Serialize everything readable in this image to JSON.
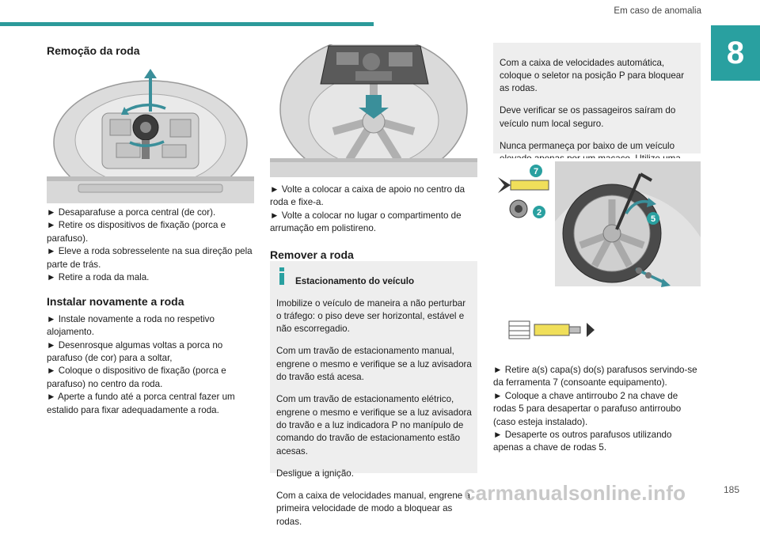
{
  "header": {
    "chapter_title": "Em caso de anomalia",
    "chapter_number": "8"
  },
  "col1": {
    "heading_remove": "Remoção da roda",
    "steps_remove": [
      "► Desaparafuse a porca central (de cor).",
      "► Retire os dispositivos de fixação (porca e parafuso).",
      "► Eleve a roda sobresselente na sua direção pela parte de trás.",
      "► Retire a roda da mala."
    ],
    "heading_install": "Instalar novamente a roda",
    "steps_install": [
      "► Instale novamente a roda no respetivo alojamento.",
      "► Desenrosque algumas voltas a porca no parafuso (de cor) para a soltar,",
      "► Coloque o dispositivo de fixação (porca e parafuso) no centro da roda.",
      "► Aperte a fundo até a porca central fazer um estalido para fixar adequadamente a roda."
    ]
  },
  "col2": {
    "steps_refit": [
      "► Volte a colocar a caixa de apoio no centro da roda e fixe-a.",
      "► Volte a colocar no lugar o compartimento de arrumação em polistireno."
    ],
    "heading_remove_wheel": "Remover a roda",
    "info_title": "Estacionamento do veículo",
    "info_lines": [
      "Imobilize o veículo de maneira a não perturbar o tráfego: o piso deve ser horizontal, estável e não escorregadio.",
      "Com um travão de estacionamento manual, engrene o mesmo e verifique se a luz avisadora do travão está acesa.",
      "Com um travão de estacionamento elétrico, engrene o mesmo e verifique se a luz avisadora do travão e a luz indicadora P no manípulo de comando do travão de estacionamento estão acesas.",
      "Desligue a ignição.",
      "Com a caixa de velocidades manual, engrene a primeira velocidade de modo a bloquear as rodas."
    ]
  },
  "col3": {
    "box_lines": [
      "Com a caixa de velocidades automática, coloque o seletor na posição P para bloquear as rodas.",
      "Deve verificar se os passageiros saíram do veículo num local seguro.",
      "Nunca permaneça por baixo de um veículo elevado apenas por um macaco. Utilize uma preguiça."
    ],
    "callouts": [
      "7",
      "2",
      "5"
    ],
    "steps_bolts": [
      "► Retire a(s) capa(s) do(s) parafusos servindo-se da ferramenta 7 (consoante equipamento).",
      "► Coloque a chave antirroubo 2 na chave de rodas 5 para desapertar o parafuso antirroubo (caso esteja instalado).",
      "► Desaperte os outros parafusos utilizando apenas a chave de rodas 5."
    ]
  },
  "footer": {
    "page_number": "185",
    "watermark": "carmanualsonline.info"
  },
  "colors": {
    "accent": "#29a0a0",
    "box_bg": "#eeeeee",
    "arrow": "#3a8f9a"
  }
}
